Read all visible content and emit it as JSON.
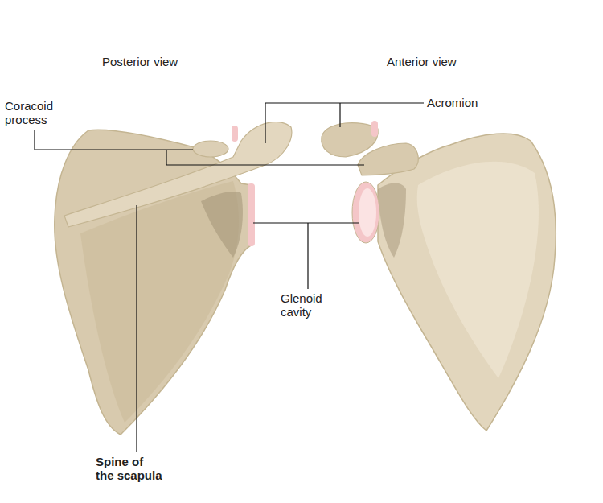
{
  "diagram": {
    "labels": [
      "Posterior view",
      "Anterior view",
      "Coracoid process",
      "Acromion",
      "Glenoid cavity",
      "Spine of the scapula"
    ]
  }
}
